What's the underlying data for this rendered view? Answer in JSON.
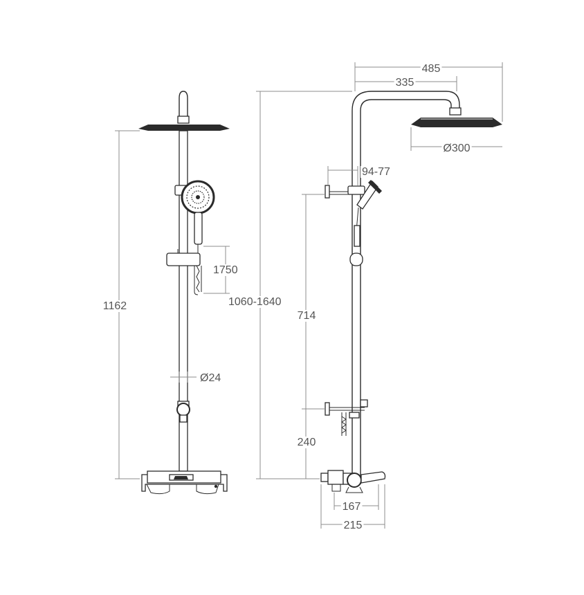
{
  "dimensions": {
    "overall_height_front": "1162",
    "rail_height_range": "1060-1640",
    "hand_shower_hose": "1750",
    "rail_diameter": "Ø24",
    "arm_total_reach": "485",
    "arm_reach": "335",
    "head_diameter": "Ø300",
    "hand_holder_offset": "94-77",
    "holder_to_valve_height": "714",
    "valve_height": "240",
    "valve_centers": "167",
    "valve_width": "215"
  }
}
